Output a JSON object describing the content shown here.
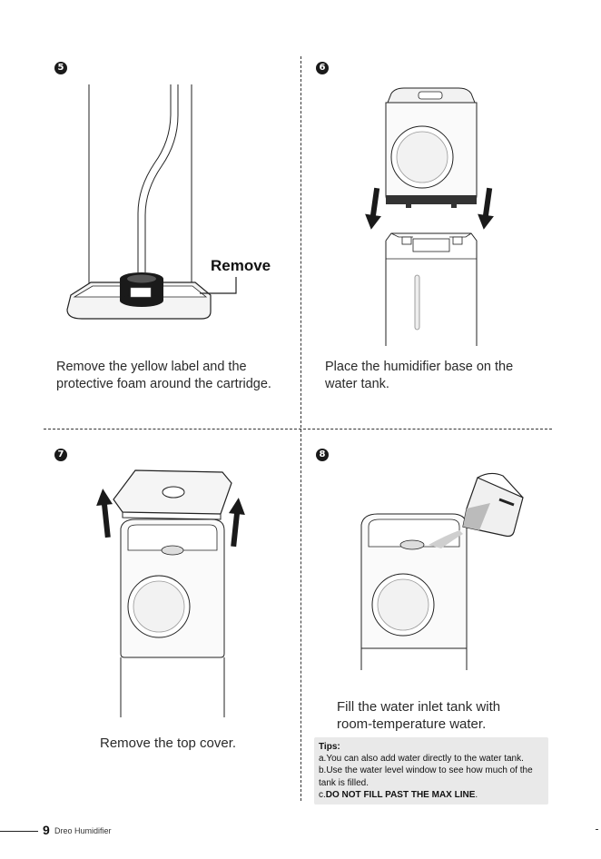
{
  "steps": [
    {
      "number": "5",
      "callout": "Remove",
      "caption_line1": "Remove the yellow label and the",
      "caption_line2": "protective foam around the cartridge."
    },
    {
      "number": "6",
      "caption_line1": "Place the humidifier base on the",
      "caption_line2": "water tank."
    },
    {
      "number": "7",
      "caption_line1": "Remove the top cover."
    },
    {
      "number": "8",
      "caption_line1": "Fill the water inlet tank with",
      "caption_line2": "room-temperature water."
    }
  ],
  "tips": {
    "title": "Tips:",
    "a": "a.You can also add water directly to the water tank.",
    "b": "b.Use the water level window to see how much of the tank is filled.",
    "c_prefix": "c.",
    "c_bold": "DO NOT FILL PAST THE MAX LINE",
    "c_suffix": "."
  },
  "footer": {
    "page_number": "9",
    "brand": "Dreo Humidifier"
  }
}
